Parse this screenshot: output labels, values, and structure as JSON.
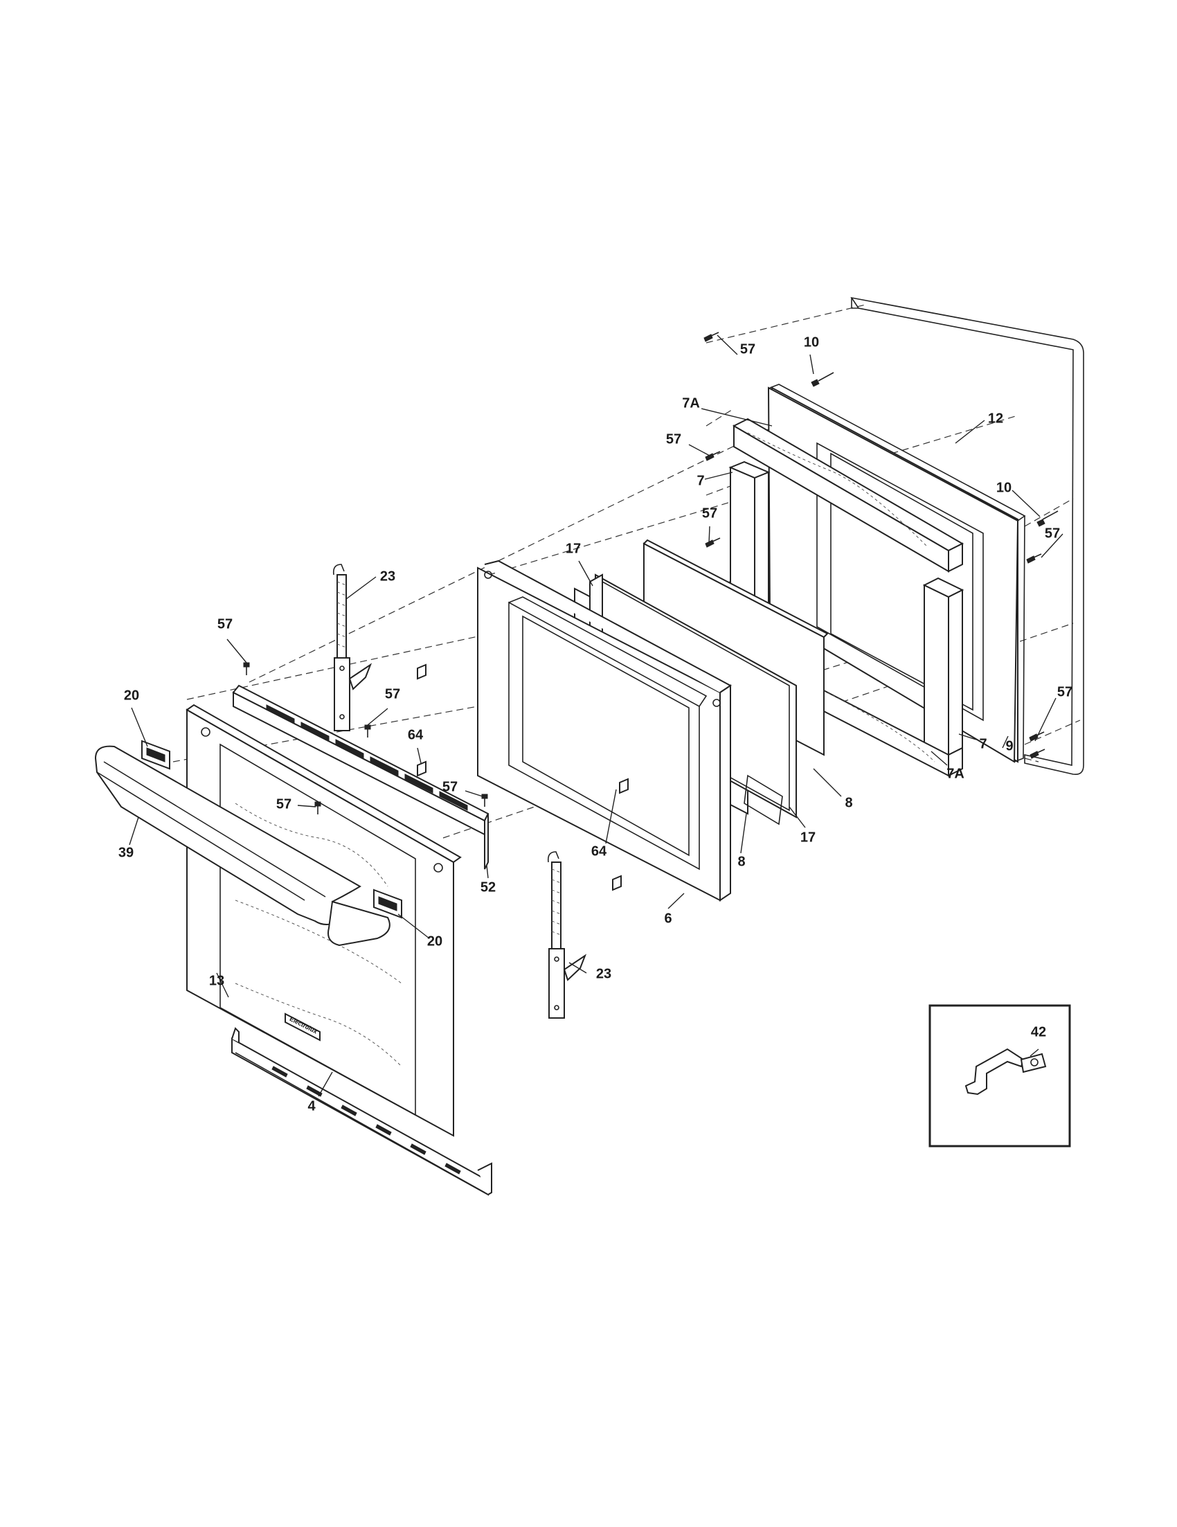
{
  "callouts": {
    "c57a": "57",
    "c10a": "10",
    "c7A_top": "7A",
    "c12": "12",
    "c57b": "57",
    "c7_top": "7",
    "c10b": "10",
    "c57c": "57",
    "c57d": "57",
    "c17_top": "17",
    "c23_top": "23",
    "c57e": "57",
    "c57f": "57",
    "c20_left": "20",
    "c64_top": "64",
    "c57g": "57",
    "c57h": "57",
    "c57i": "57",
    "c7_right": "7",
    "c9": "9",
    "c7A_bottom": "7A",
    "c8_right": "8",
    "c17_bottom": "17",
    "c8_bottom": "8",
    "c39": "39",
    "c52": "52",
    "c64_bottom": "64",
    "c6": "6",
    "c20_right": "20",
    "c13": "13",
    "c23_bottom": "23",
    "c4": "4",
    "c42": "42"
  },
  "door_badge": "Electrolux"
}
